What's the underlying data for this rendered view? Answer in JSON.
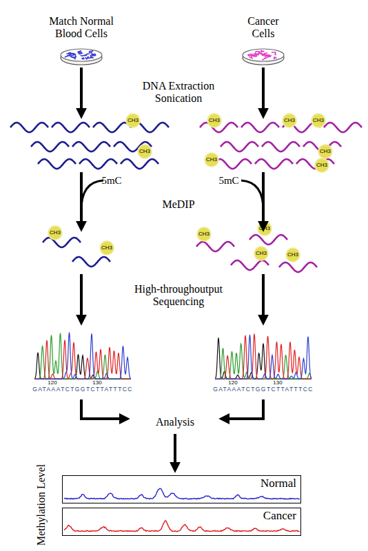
{
  "diagram": {
    "nodes": [
      {
        "text": [
          "Normal"
        ]
      },
      {
        "text": [
          "Cancer"
        ]
      }
    ],
    "labels": [
      "Match Normal Blood Cells",
      "Cancer Cells",
      "DNA Extraction Sonication",
      "CH3",
      "CH3",
      "CH3",
      "CH3",
      "CH3",
      "CH3",
      "CH3",
      "CH3",
      "5mC",
      "5mC",
      "MeDIP",
      "CH3",
      "CH3",
      "CH3",
      "CH3",
      "CH3",
      "CH3",
      "High-throughoutput Sequencing",
      "120",
      "130",
      "GATAAATCTGGTCTTATTTCC",
      "120",
      "130",
      "GATAAATCTGGTCTTATTTCC",
      "Analysis",
      "Methylation Level"
    ]
  }
}
